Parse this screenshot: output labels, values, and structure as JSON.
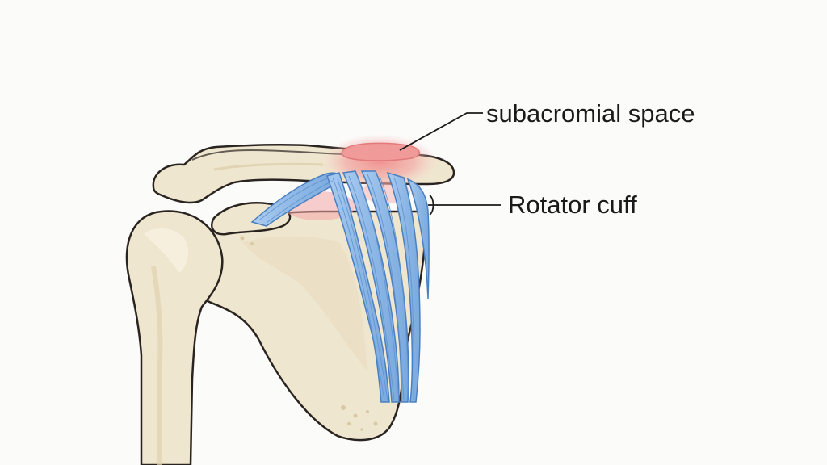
{
  "labels": {
    "subacromial_space": "subacromial space",
    "rotator_cuff": "Rotator cuff"
  },
  "colors": {
    "background": "#fbfbfa",
    "bone_fill": "#efe6cf",
    "bone_shade": "#e2d6b6",
    "outline": "#2a2420",
    "tendon": "#8fb8e6",
    "tendon_stripe": "#5f93d1",
    "highlight": "#f4a5a5"
  },
  "icons": {
    "humerus": "humerus-bone",
    "scapula": "scapula-bone",
    "acromion": "acromion-clavicle",
    "cuff": "rotator-cuff-tendons",
    "space": "subacromial-space-highlight"
  }
}
